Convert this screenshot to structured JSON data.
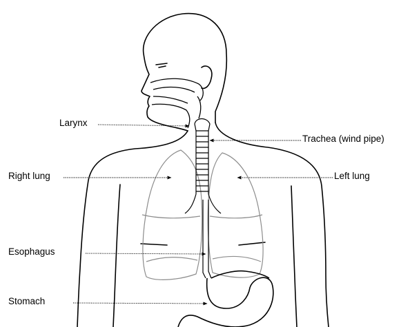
{
  "labels": {
    "larynx": "Larynx",
    "trachea": "Trachea (wind pipe)",
    "right_lung": "Right lung",
    "left_lung": "Left lung",
    "esophagus": "Esophagus",
    "stomach": "Stomach"
  },
  "colors": {
    "outline": "#000000",
    "organ_outline": "#8c8c8c",
    "leader_line": "#000000"
  }
}
